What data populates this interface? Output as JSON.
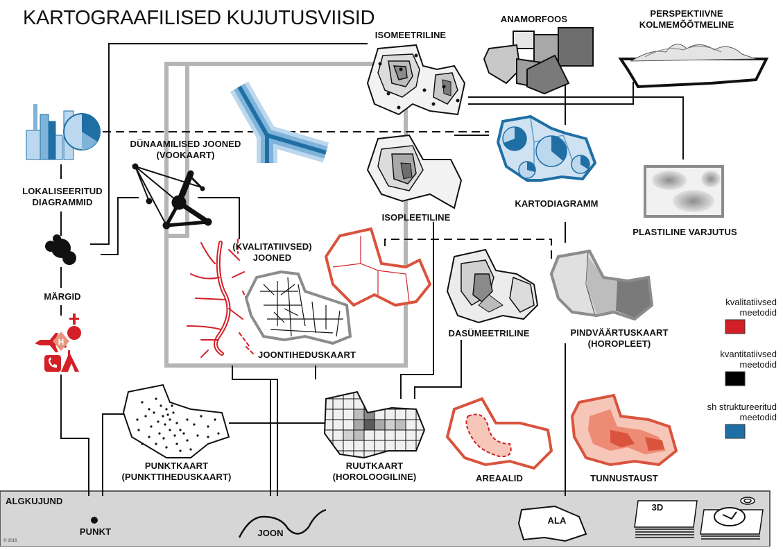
{
  "title": "KARTOGRAAFILISED KUJUTUSVIISID",
  "base_strip": {
    "heading": "ALGKUJUND",
    "items": [
      "PUNKT",
      "JOON",
      "ALA",
      "3D"
    ]
  },
  "methods": {
    "isomeetriline": "ISOMEETRILINE",
    "anamorfoos": "ANAMORFOOS",
    "perspektiivne": "PERSPEKTIIVNE\nKOLMEMÕÕTMELINE",
    "lokaliseeritud": "LOKALISEERITUD\nDIAGRAMMID",
    "dunaamilised": "DÜNAAMILISED JOONED\n(VOOKAART)",
    "kartodiagramm": "KARTODIAGRAMM",
    "plastiline": "PLASTILINE VARJUTUS",
    "isopleetiline": "ISOPLEETILINE",
    "kvalitatiivsed_jooned": "(KVALITATIIVSED)\nJOONED",
    "margid": "MÄRGID",
    "joontiheduskaart": "JOONTIHEDUSKAART",
    "dasumeetriline": "DASÜMEETRILINE",
    "pindvaartus": "PINDVÄÄRTUSKAART\n(HOROPLEET)",
    "punktkaart": "PUNKTKAART\n(PUNKTTIHEDUSKAART)",
    "ruutkaart": "RUUTKAART\n(HOROLOOGILINE)",
    "areaalid": "AREAALID",
    "tunnustaust": "TUNNUSTAUST"
  },
  "legend": [
    {
      "label": "kvalitatiivsed\nmeetodid",
      "color": "#d32027"
    },
    {
      "label": "kvantitatiivsed\nmeetodid",
      "color": "#000000"
    },
    {
      "label": "sh struktureeritud\nmeetodid",
      "color": "#1f6fa5"
    }
  ],
  "colors": {
    "qualitative": "#d32027",
    "qualitative_outline": "#d9533d",
    "quantitative": "#000000",
    "structured": "#1f6fa5",
    "structured_light": "#7fb3d9",
    "grey_frame": "#b5b5b5",
    "base_strip": "#d6d6d6"
  },
  "icons": [
    "airplane-icon",
    "hospital-icon",
    "church-icon",
    "telephone-icon",
    "campsite-icon",
    "compass-icon"
  ],
  "copyright": "© 2016"
}
